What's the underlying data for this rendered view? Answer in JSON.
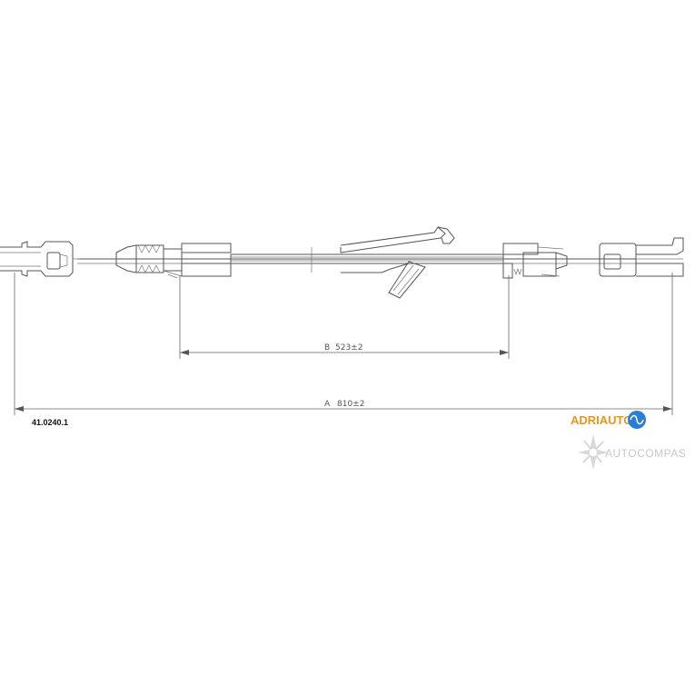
{
  "drawing": {
    "part_number": "41.0240.1",
    "dimensions": {
      "b_label": "B",
      "b_value": "523±2",
      "a_label": "A",
      "a_value": "810±2"
    }
  },
  "branding": {
    "adriauto_logo": "ADRIAUTO",
    "autocompas_watermark": "AUTOCOMPAS"
  },
  "colors": {
    "line": "#555555",
    "brand_orange": "#e8951c",
    "brand_blue": "#2a7fd4",
    "watermark_gray": "#c8c8c8"
  }
}
